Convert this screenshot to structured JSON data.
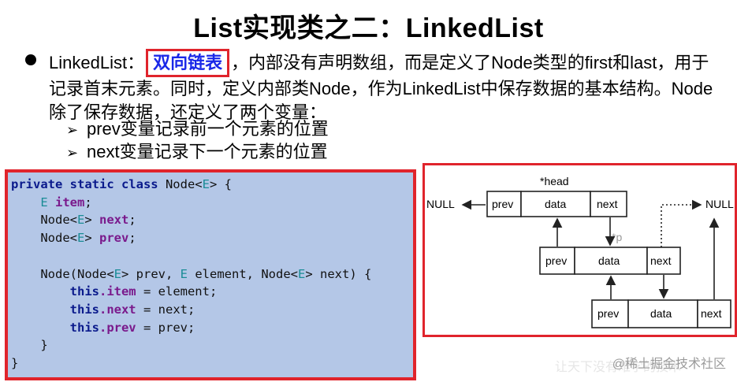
{
  "title": "List实现类之二：LinkedList",
  "bullet": {
    "prefix": "LinkedList：",
    "highlight": "双向链表",
    "rest": "，内部没有声明数组，而是定义了Node类型的first和last，用于记录首末元素。同时，定义内部类Node，作为LinkedList中保存数据的基本结构。Node除了保存数据，还定义了两个变量："
  },
  "subitems": [
    {
      "arrow": "➢",
      "text": "prev变量记录前一个元素的位置"
    },
    {
      "arrow": "➢",
      "text": "next变量记录下一个元素的位置"
    }
  ],
  "code": {
    "l1_kw": "private static class",
    "l1_rest": " Node<",
    "l1_E": "E",
    "l1_end": "> {",
    "l2_E": "E",
    "l2_field": "item",
    "l2_end": ";",
    "l3_a": "Node<",
    "l3_E": "E",
    "l3_b": "> ",
    "l3_field": "next",
    "l3_end": ";",
    "l4_a": "Node<",
    "l4_E": "E",
    "l4_b": "> ",
    "l4_field": "prev",
    "l4_end": ";",
    "l6_a": "Node(Node<",
    "l6_E1": "E",
    "l6_b": "> prev, ",
    "l6_E2": "E",
    "l6_c": " element, Node<",
    "l6_E3": "E",
    "l6_d": "> next) {",
    "l7_this": "this",
    "l7_field": ".item",
    "l7_rest": " = element;",
    "l8_this": "this",
    "l8_field": ".next",
    "l8_rest": " = next;",
    "l9_this": "this",
    "l9_field": ".prev",
    "l9_rest": " = prev;",
    "l10": "}",
    "l11": "}"
  },
  "diagram": {
    "head_label": "*head",
    "p_label": "*p",
    "null_left": "NULL",
    "null_right": "NULL",
    "node": {
      "prev": "prev",
      "data": "data",
      "next": "next"
    }
  },
  "watermark": "@稀土掘金技术社区",
  "watermark_faint": "让天下没有难学的技术"
}
